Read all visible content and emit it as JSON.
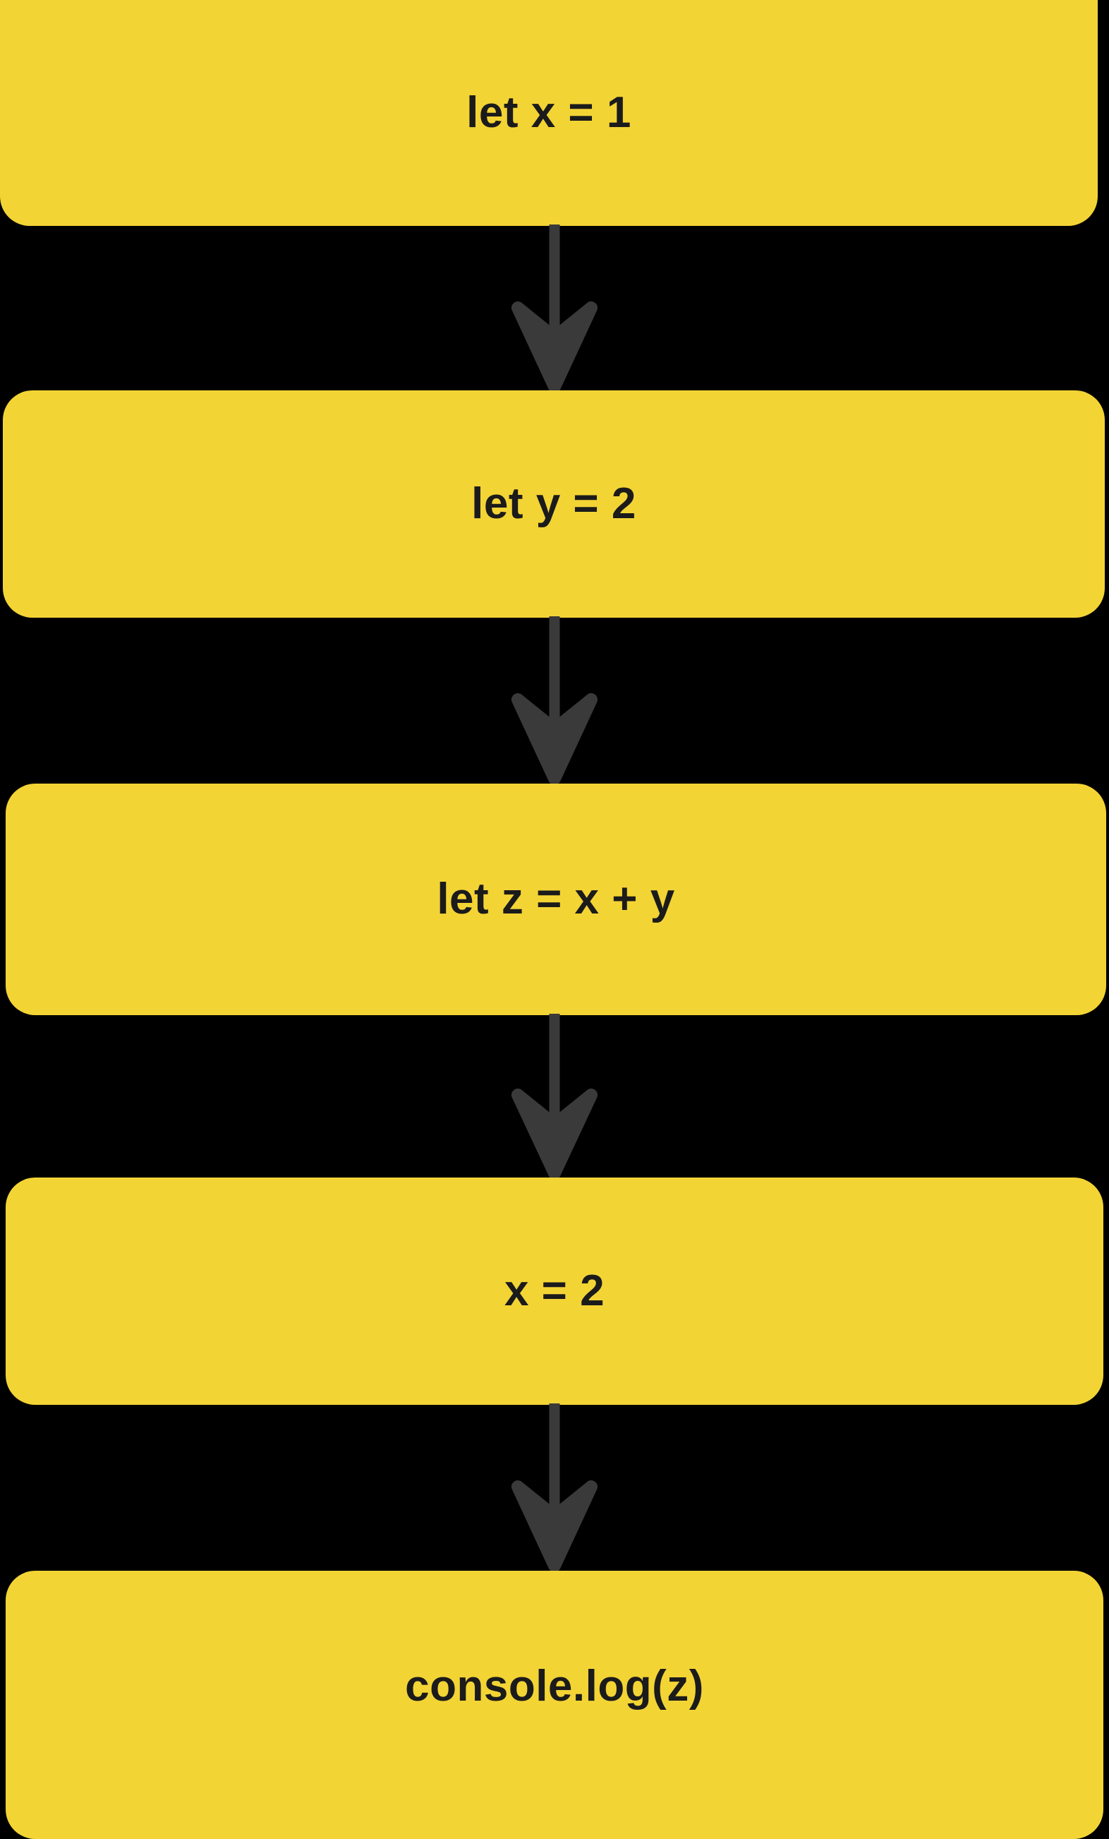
{
  "diagram": {
    "title": "javascript-variable-assignment-flow",
    "orientation": "top-to-bottom",
    "background_color": "#000000",
    "node_fill_color": "#F3D435",
    "node_text_color": "#1B1B1B",
    "edge_color": "#3A3A3A",
    "nodes": [
      {
        "id": "n0",
        "label": "let x = 1"
      },
      {
        "id": "n1",
        "label": "let y = 2"
      },
      {
        "id": "n2",
        "label": "let z = x + y"
      },
      {
        "id": "n3",
        "label": "x = 2"
      },
      {
        "id": "n4",
        "label": "console.log(z)"
      }
    ],
    "edges": [
      {
        "id": "e0",
        "from": "n0",
        "to": "n1",
        "label": "",
        "arrow": "down-arrow-icon"
      },
      {
        "id": "e1",
        "from": "n1",
        "to": "n2",
        "label": "",
        "arrow": "down-arrow-icon"
      },
      {
        "id": "e2",
        "from": "n2",
        "to": "n3",
        "label": "",
        "arrow": "down-arrow-icon"
      },
      {
        "id": "e3",
        "from": "n3",
        "to": "n4",
        "label": "",
        "arrow": "down-arrow-icon"
      }
    ]
  }
}
